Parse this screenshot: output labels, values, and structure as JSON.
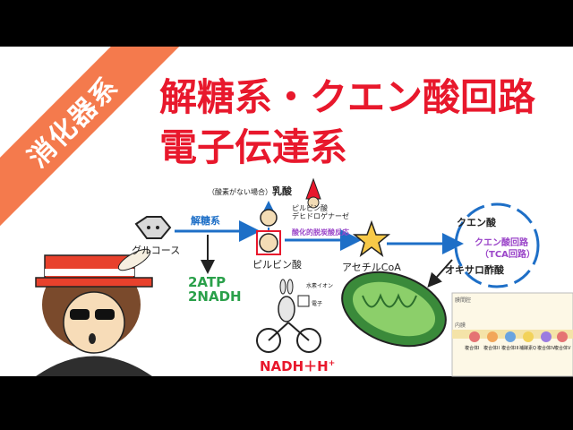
{
  "badge": "消化器系",
  "title": {
    "line1": "解糖系・クエン酸回路",
    "line2": "電子伝達系"
  },
  "diagram": {
    "no_oxygen": "（酸素がない場合）",
    "lactic_acid": "乳酸",
    "glucose": "グルコース",
    "glycolysis": "解糖系",
    "atp": "2ATP",
    "nadh": "2NADH",
    "pyruvate": "ピルビン酸",
    "enzyme_line1": "ピルビン酸",
    "enzyme_line2": "デヒドロゲナーゼ",
    "decarboxylation": "酸化的脱炭酸反応",
    "acetyl_coa": "アセチルCoA",
    "citric_acid": "クエン酸",
    "cycle_name": "クエン酸回路",
    "cycle_alt": "（TCA回路）",
    "oxaloacetate": "オキサロ酢酸",
    "nadh_h": "NADH＋H",
    "plus_sup": "+",
    "hydrogen_ion": "水素イオン",
    "electron": "電子",
    "membrane_label": "膜間腔",
    "matrix_label": "内膜",
    "complexes": [
      "複合体I",
      "複合体II",
      "複合体III",
      "補酵素Q",
      "複合体IV",
      "複合体V"
    ]
  },
  "colors": {
    "accent": "#e8182c",
    "ribbon": "#f47a4d",
    "blue": "#1e6fc7",
    "green": "#2aa04a",
    "purple": "#9b46c9"
  }
}
